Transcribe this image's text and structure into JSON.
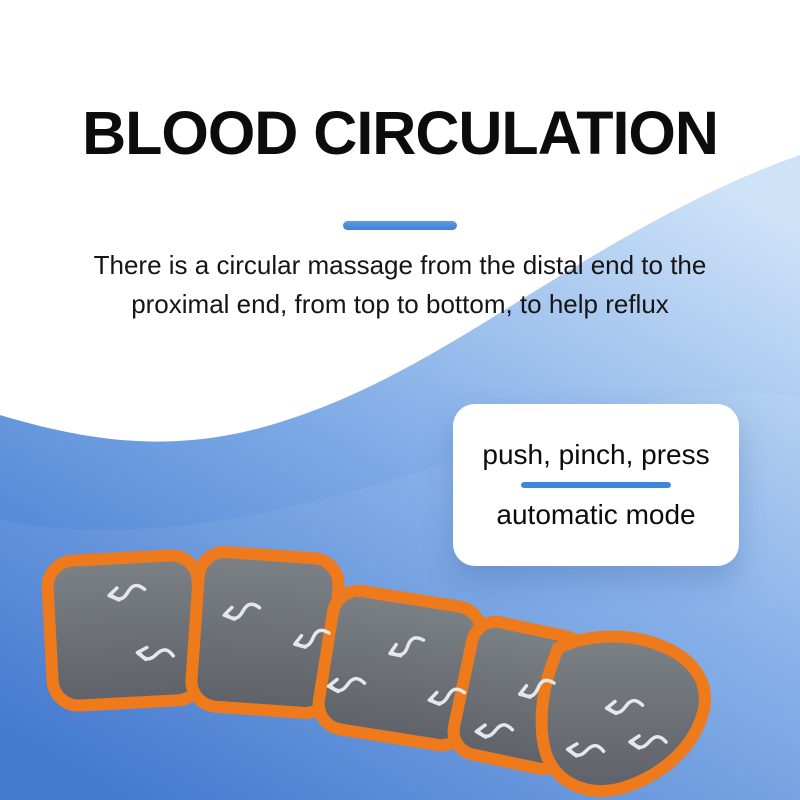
{
  "hero": {
    "title": "BLOOD CIRCULATION",
    "subtitle_line1": "There is a circular massage from the distal end to the",
    "subtitle_line2": "proximal end, from top to bottom, to help reflux"
  },
  "feature_card": {
    "line1": "push, pinch, press",
    "line2": "automatic mode"
  },
  "illustration": {
    "subject": "leg-air-compression-massager",
    "arrow_icon": "wavy-left-arrow"
  },
  "colors": {
    "accent_blue": "#3d86dc",
    "wave_top": "#cfe3f8",
    "wave_mid": "#7ca9e6",
    "wave_bottom": "#3a72cc",
    "device_gray": "#6d7276",
    "device_trim_orange": "#ef7a1c",
    "arrow_gray": "#e4e8ea",
    "title_color": "#0c0c0c"
  }
}
